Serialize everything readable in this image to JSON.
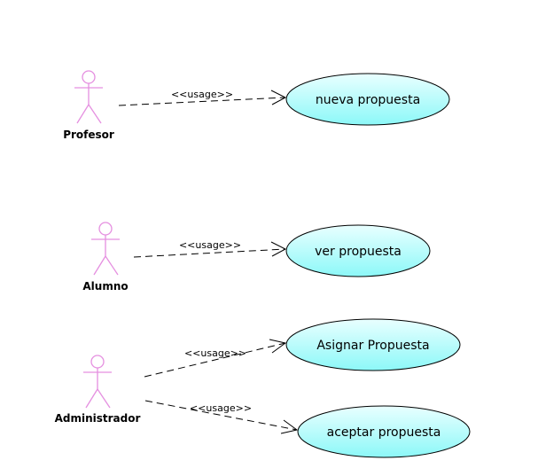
{
  "colors": {
    "actor_stroke": "#e58fe0",
    "usecase_fill_top": "#e9ffff",
    "usecase_fill_bottom": "#8cf8f8",
    "usecase_stroke": "#000000",
    "line": "#000000"
  },
  "actors": [
    {
      "id": "profesor",
      "label": "Profesor"
    },
    {
      "id": "alumno",
      "label": "Alumno"
    },
    {
      "id": "administrador",
      "label": "Administrador"
    }
  ],
  "use_cases": [
    {
      "id": "nueva-propuesta",
      "label": "nueva propuesta"
    },
    {
      "id": "ver-propuesta",
      "label": "ver propuesta"
    },
    {
      "id": "asignar-propuesta",
      "label": "Asignar Propuesta"
    },
    {
      "id": "aceptar-propuesta",
      "label": "aceptar propuesta"
    }
  ],
  "relations": [
    {
      "from": "profesor",
      "to": "nueva-propuesta",
      "stereotype": "<<usage>>"
    },
    {
      "from": "alumno",
      "to": "ver-propuesta",
      "stereotype": "<<usage>>"
    },
    {
      "from": "administrador",
      "to": "asignar-propuesta",
      "stereotype": "<<usage>>"
    },
    {
      "from": "administrador",
      "to": "aceptar-propuesta",
      "stereotype": "<<usage>>"
    }
  ]
}
